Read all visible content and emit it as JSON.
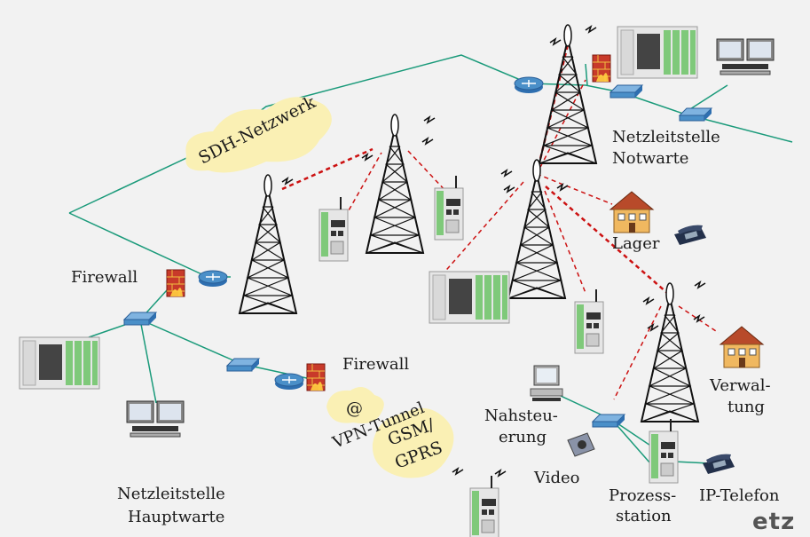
{
  "labels": {
    "sdh": "SDH-Netzwerk",
    "notwarte_1": "Netzleitstelle",
    "notwarte_2": "Notwarte",
    "firewall_top": "Firewall",
    "firewall_bottom": "Firewall",
    "lager": "Lager",
    "at": "@",
    "vpn": "VPN-Tunnel",
    "gsm_1": "GSM/",
    "gsm_2": "GPRS",
    "nahsteu_1": "Nahsteu-",
    "nahsteu_2": "erung",
    "video": "Video",
    "prozess_1": "Prozess-",
    "prozess_2": "station",
    "ip_telefon": "IP-Telefon",
    "verwal_1": "Verwal-",
    "verwal_2": "tung",
    "haupt_1": "Netzleitstelle",
    "haupt_2": "Hauptwarte",
    "brand": "etz"
  },
  "colors": {
    "network_line": "#1a9a7a",
    "radio_link": "#cc1111",
    "cloud": "#faf0b4",
    "device": "#4a8fc8",
    "rtu": "#7fc97a"
  }
}
